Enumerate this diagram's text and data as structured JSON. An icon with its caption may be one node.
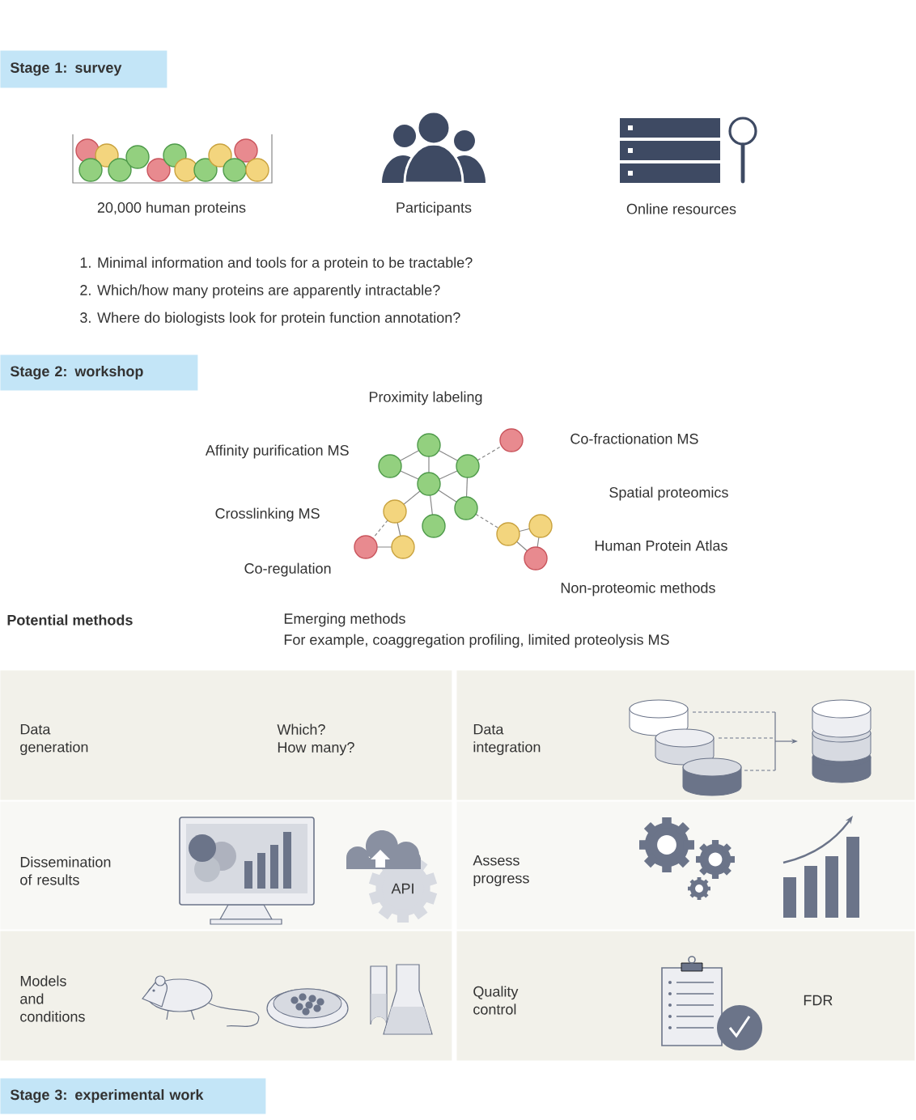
{
  "diagram": {
    "nodes": [
      {
        "text": [
          "Stage 1: survey"
        ]
      },
      {
        "text": [
          "Stage 2: workshop"
        ]
      },
      {
        "text": [
          "Data generation",
          "Which? How many?"
        ]
      },
      {
        "text": [
          "Data integration"
        ]
      },
      {
        "text": [
          "Dissemination of results"
        ]
      },
      {
        "text": [
          "Assess progress"
        ]
      },
      {
        "text": [
          "Models and conditions"
        ]
      },
      {
        "text": [
          "Quality control",
          "FDR"
        ]
      },
      {
        "text": [
          "Stage 3: experimental work"
        ]
      }
    ],
    "labels": [
      "20,000 human proteins",
      "Participants",
      "Online resources",
      "1. Minimal information and tools for a protein to be tractable?",
      "2. Which/how many proteins are apparently intractable?",
      "3. Where do biologists look for protein function annotation?",
      "Proximity labeling",
      "Affinity purification MS",
      "Co-fractionation MS",
      "Spatial proteomics",
      "Crosslinking MS",
      "Human Protein Atlas",
      "Co-regulation",
      "Non-proteomic methods",
      "Potential methods",
      "Emerging methods",
      "For example, coaggregation profiling, limited proteolysis MS",
      "API"
    ]
  }
}
